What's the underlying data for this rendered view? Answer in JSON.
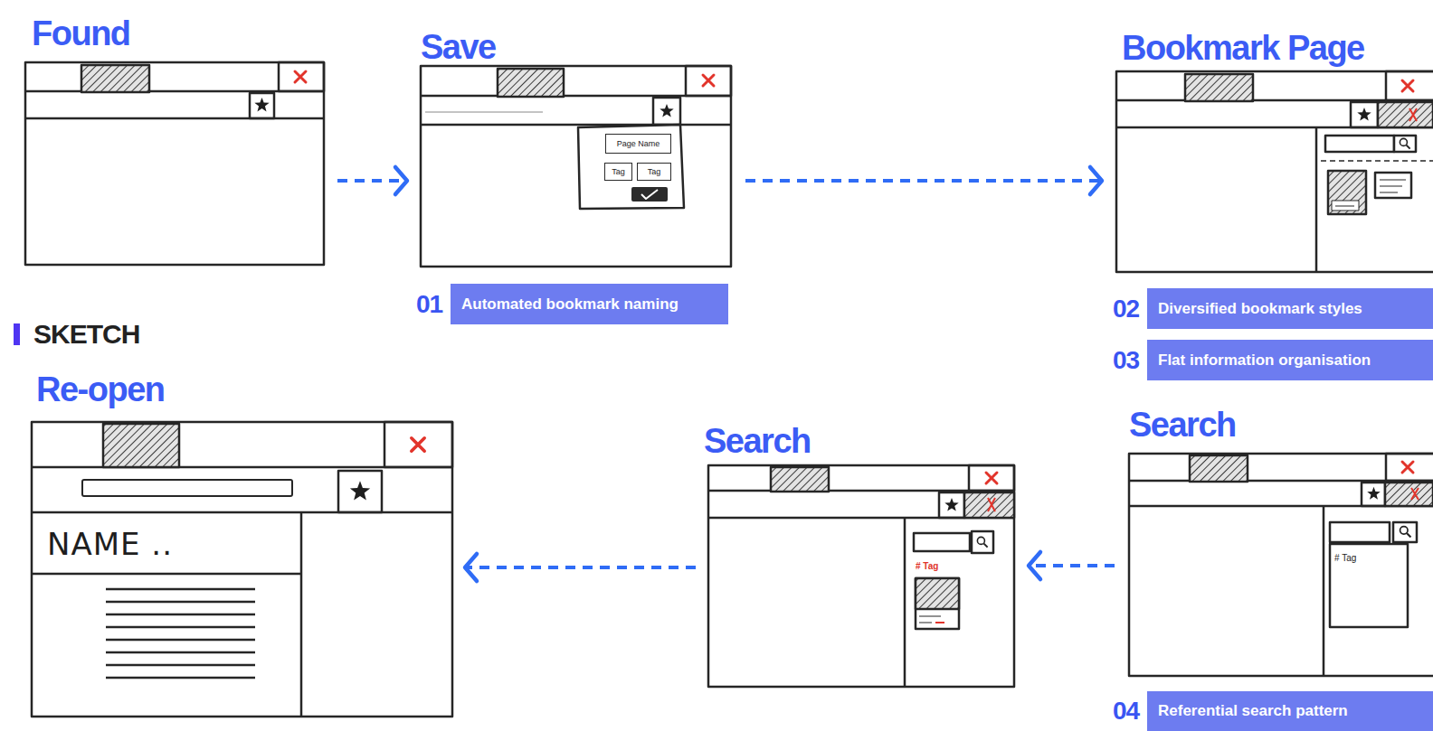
{
  "diagram": {
    "nodes": [
      {
        "text": [
          "Found"
        ]
      },
      {
        "text": [
          "Save"
        ]
      },
      {
        "text": [
          "Page Name"
        ],
        "in": 1
      },
      {
        "text": [
          "Tag"
        ],
        "in": 1
      },
      {
        "text": [
          "Tag"
        ],
        "in": 1
      },
      {
        "text": [
          "01",
          "Automated bookmark naming"
        ]
      },
      {
        "text": [
          "Bookmark Page"
        ]
      },
      {
        "text": [
          "02",
          "Diversified bookmark styles"
        ]
      },
      {
        "text": [
          "03",
          "Flat information organisation"
        ]
      },
      {
        "text": [
          "Re-open"
        ]
      },
      {
        "text": [
          "Search"
        ]
      },
      {
        "text": [
          "Search"
        ]
      },
      {
        "text": [
          "04",
          "Referential search pattern"
        ]
      }
    ],
    "edges": [
      {
        "from": 0,
        "to": 1,
        "arrow": "to"
      },
      {
        "from": 1,
        "to": 6,
        "arrow": "to"
      },
      {
        "from": 11,
        "to": 10,
        "arrow": "to"
      },
      {
        "from": 10,
        "to": 9,
        "arrow": "to"
      }
    ],
    "labels": [
      "SKETCH",
      "NAME ..",
      "# Tag",
      "# Tag"
    ]
  }
}
